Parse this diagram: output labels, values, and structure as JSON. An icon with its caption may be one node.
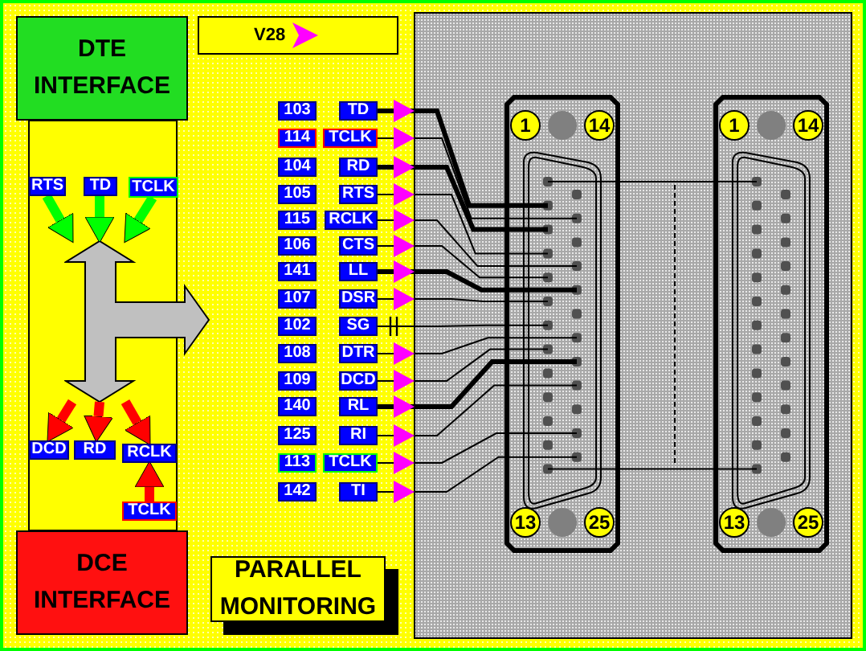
{
  "diagram": {
    "nodes": [
      {
        "text": [
          "DTE INTERFACE"
        ]
      },
      {
        "text": [
          "103"
        ]
      },
      {
        "text": [
          "TD"
        ]
      },
      {
        "text": [
          "114"
        ]
      },
      {
        "text": [
          "TCLK"
        ]
      },
      {
        "text": [
          "104"
        ]
      },
      {
        "text": [
          "RD"
        ]
      },
      {
        "text": [
          "105"
        ]
      },
      {
        "text": [
          "RTS"
        ]
      },
      {
        "text": [
          "115"
        ]
      },
      {
        "text": [
          "RCLK"
        ]
      },
      {
        "text": [
          "106"
        ]
      },
      {
        "text": [
          "CTS"
        ]
      },
      {
        "text": [
          "141"
        ]
      },
      {
        "text": [
          "LL"
        ]
      },
      {
        "text": [
          "107"
        ]
      },
      {
        "text": [
          "DSR"
        ]
      },
      {
        "text": [
          "102"
        ]
      },
      {
        "text": [
          "SG"
        ]
      },
      {
        "text": [
          "108"
        ]
      },
      {
        "text": [
          "DTR"
        ]
      },
      {
        "text": [
          "109"
        ]
      },
      {
        "text": [
          "DCD"
        ]
      },
      {
        "text": [
          "140"
        ]
      },
      {
        "text": [
          "RL"
        ]
      },
      {
        "text": [
          "125"
        ]
      },
      {
        "text": [
          "RI"
        ]
      },
      {
        "text": [
          "113"
        ]
      },
      {
        "text": [
          "TCLK"
        ]
      },
      {
        "text": [
          "142"
        ]
      },
      {
        "text": [
          "TI"
        ]
      },
      {
        "text": [
          "RTS"
        ]
      },
      {
        "text": [
          "TD"
        ]
      },
      {
        "text": [
          "TCLK"
        ]
      },
      {
        "text": [],
        "shape": "arrow"
      },
      {
        "text": [
          "DCD"
        ]
      },
      {
        "text": [
          "RD"
        ]
      },
      {
        "text": [
          "RCLK"
        ]
      },
      {
        "text": [
          "TCLK"
        ]
      },
      {
        "text": [
          "DCE INTERFACE"
        ]
      },
      {
        "text": [
          "PARALLEL MONITORING"
        ]
      },
      {
        "text": [
          "1",
          "14",
          "13",
          "25"
        ]
      },
      {
        "text": [
          "1",
          "14",
          "13",
          "25"
        ]
      }
    ],
    "edges": [
      {
        "from": 41,
        "to": 2,
        "arrow": "to",
        "style": "thick"
      },
      {
        "from": 41,
        "to": 4,
        "arrow": "to"
      },
      {
        "from": 41,
        "to": 6,
        "arrow": "to",
        "style": "thick"
      },
      {
        "from": 41,
        "to": 8,
        "arrow": "to"
      },
      {
        "from": 41,
        "to": 10,
        "arrow": "to"
      },
      {
        "from": 41,
        "to": 12,
        "arrow": "to"
      },
      {
        "from": 41,
        "to": 14,
        "arrow": "to",
        "style": "thick"
      },
      {
        "from": 41,
        "to": 16,
        "arrow": "to"
      },
      {
        "from": 41,
        "to": 18,
        "arrow": "none"
      },
      {
        "from": 41,
        "to": 20,
        "arrow": "to"
      },
      {
        "from": 41,
        "to": 22,
        "arrow": "to"
      },
      {
        "from": 41,
        "to": 24,
        "arrow": "to",
        "style": "thick"
      },
      {
        "from": 41,
        "to": 26,
        "arrow": "to"
      },
      {
        "from": 41,
        "to": 28,
        "arrow": "to"
      },
      {
        "from": 41,
        "to": 30,
        "arrow": "to"
      },
      {
        "from": 41,
        "to": 42,
        "arrow": "none"
      },
      {
        "from": 41,
        "to": 42,
        "arrow": "none"
      },
      {
        "from": 31,
        "to": 34,
        "arrow": "to",
        "style": "thick",
        "color": "#00ff00"
      },
      {
        "from": 32,
        "to": 34,
        "arrow": "to",
        "style": "thick",
        "color": "#00ff00"
      },
      {
        "from": 33,
        "to": 34,
        "arrow": "to",
        "style": "thick",
        "color": "#00ff00"
      },
      {
        "from": 34,
        "to": 35,
        "arrow": "to",
        "style": "thick",
        "color": "#ff0000"
      },
      {
        "from": 34,
        "to": 36,
        "arrow": "to",
        "style": "thick",
        "color": "#ff0000"
      },
      {
        "from": 34,
        "to": 37,
        "arrow": "to",
        "style": "thick",
        "color": "#ff0000"
      },
      {
        "from": 38,
        "to": 37,
        "arrow": "to",
        "style": "thick",
        "color": "#ff0000"
      }
    ],
    "legend": [
      {
        "text": "V28"
      }
    ]
  }
}
